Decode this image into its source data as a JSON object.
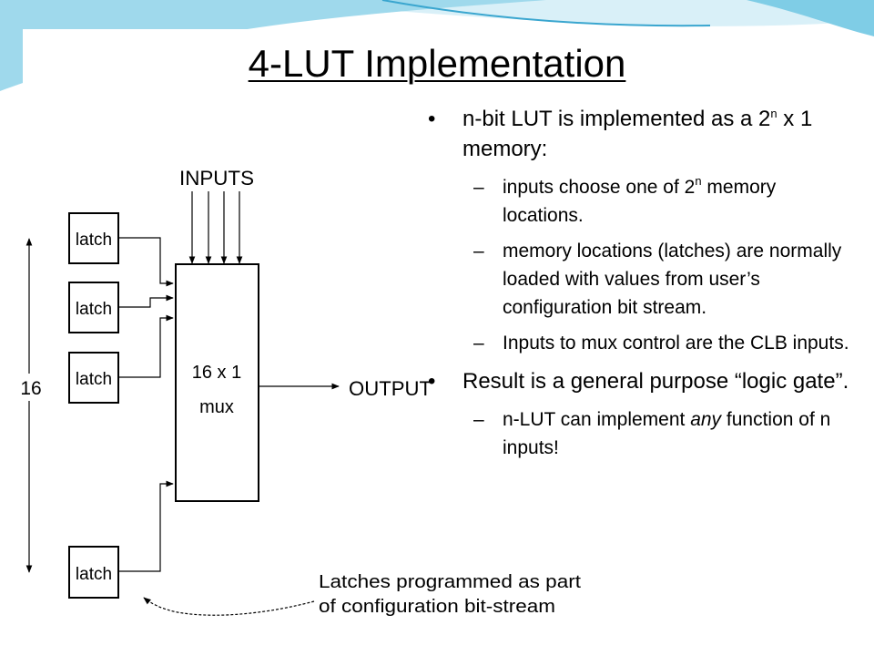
{
  "slide": {
    "title": "4-LUT Implementation"
  },
  "bullets": [
    {
      "parts": [
        "n-bit LUT is implemented as a 2",
        "n",
        " x 1 memory:"
      ],
      "sub": [
        {
          "parts": [
            "inputs choose one of 2",
            "n",
            " memory locations."
          ]
        },
        {
          "text": "memory locations (latches) are normally loaded with values from user’s configuration bit stream."
        },
        {
          "text": "Inputs to mux control are the CLB inputs."
        }
      ]
    },
    {
      "text": "Result is a general purpose “logic gate”.",
      "sub": [
        {
          "pre": "n-LUT can implement ",
          "em": "any",
          "post": " function of n inputs!"
        }
      ]
    }
  ],
  "diagram": {
    "inputs_label": "INPUTS",
    "latch_label": "latch",
    "count_label": "16",
    "mux_line1": "16 x 1",
    "mux_line2": "mux",
    "output_label": "OUTPUT",
    "note_line1": "Latches programmed as part",
    "note_line2": "of configuration bit-stream"
  },
  "bullet_mark": "•",
  "sub_mark": "–",
  "colors": {
    "accent_light": "#bfe6f3",
    "accent_mid": "#7fcde6",
    "accent_dark": "#3aa6cf"
  }
}
